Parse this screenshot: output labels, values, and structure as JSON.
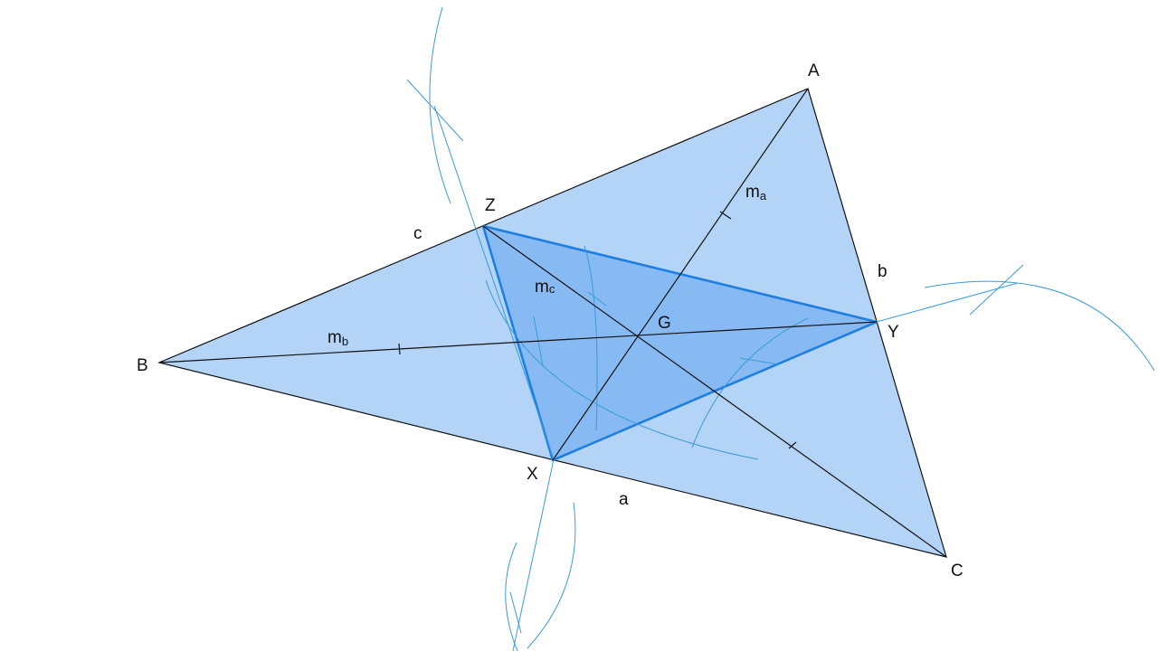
{
  "diagram": {
    "vertices": {
      "A": "A",
      "B": "B",
      "C": "C",
      "X": "X",
      "Y": "Y",
      "Z": "Z",
      "G": "G"
    },
    "sides": {
      "a": "a",
      "b": "b",
      "c": "c"
    },
    "medians": {
      "ma": {
        "base": "m",
        "sub": "a"
      },
      "mb": {
        "base": "m",
        "sub": "b"
      },
      "mc": {
        "base": "m",
        "sub": "c"
      }
    },
    "colors": {
      "outer_fill": "#b3d4f7",
      "inner_fill": "#7fb5f2",
      "inner_edge": "#1e7fe0",
      "arc": "#3a9ad9",
      "line": "#111111"
    }
  }
}
